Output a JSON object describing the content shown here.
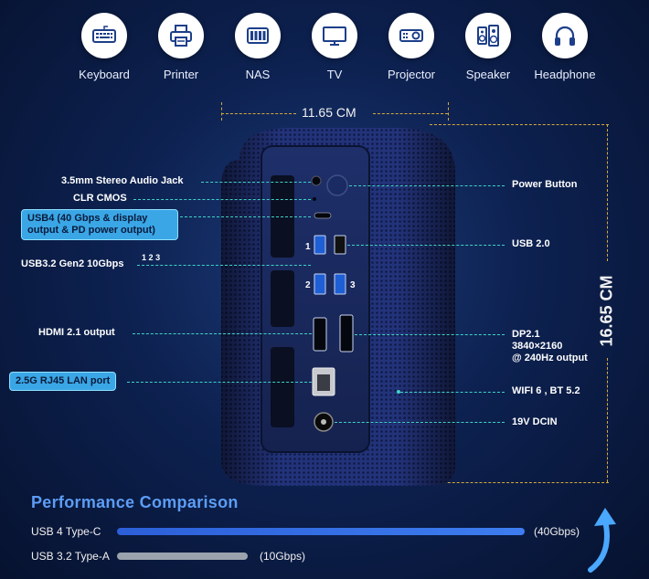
{
  "devices": [
    {
      "label": "Keyboard",
      "icon": "keyboard-icon"
    },
    {
      "label": "Printer",
      "icon": "printer-icon"
    },
    {
      "label": "NAS",
      "icon": "nas-icon"
    },
    {
      "label": "TV",
      "icon": "tv-icon"
    },
    {
      "label": "Projector",
      "icon": "projector-icon"
    },
    {
      "label": "Speaker",
      "icon": "speaker-icon"
    },
    {
      "label": "Headphone",
      "icon": "headphone-icon"
    }
  ],
  "dimensions": {
    "width": "11.65 CM",
    "height": "16.65 CM"
  },
  "ports_left": {
    "audio": "3.5mm Stereo Audio Jack",
    "clr": "CLR CMOS",
    "usb4_line1": "USB4 (40 Gbps & display",
    "usb4_line2": "output & PD power output)",
    "usb32": "USB3.2 Gen2 10Gbps",
    "usb32_markers": [
      "1",
      "2",
      "3"
    ],
    "hdmi": "HDMI 2.1 output",
    "lan": "2.5G RJ45 LAN port"
  },
  "ports_right": {
    "power": "Power Button",
    "usb2": "USB 2.0",
    "dp_line1": "DP2.1",
    "dp_line2": "3840×2160",
    "dp_line3": "@ 240Hz output",
    "wifi": "WIFI 6 , BT 5.2",
    "dcin": "19V DCIN"
  },
  "port_markers": [
    "1",
    "2",
    "3"
  ],
  "performance": {
    "title": "Performance Comparison",
    "rows": [
      {
        "label": "USB 4 Type-C",
        "value": "(40Gbps)",
        "gbps": 40
      },
      {
        "label": "USB 3.2 Type-A",
        "value": "(10Gbps)",
        "gbps": 10
      }
    ]
  },
  "colors": {
    "accent": "#3fd4c6",
    "dimension": "#d9a93b",
    "usb4_bar": "#2f6ee8",
    "usb32_bar": "#9aa3ad",
    "title": "#5c9df5"
  }
}
